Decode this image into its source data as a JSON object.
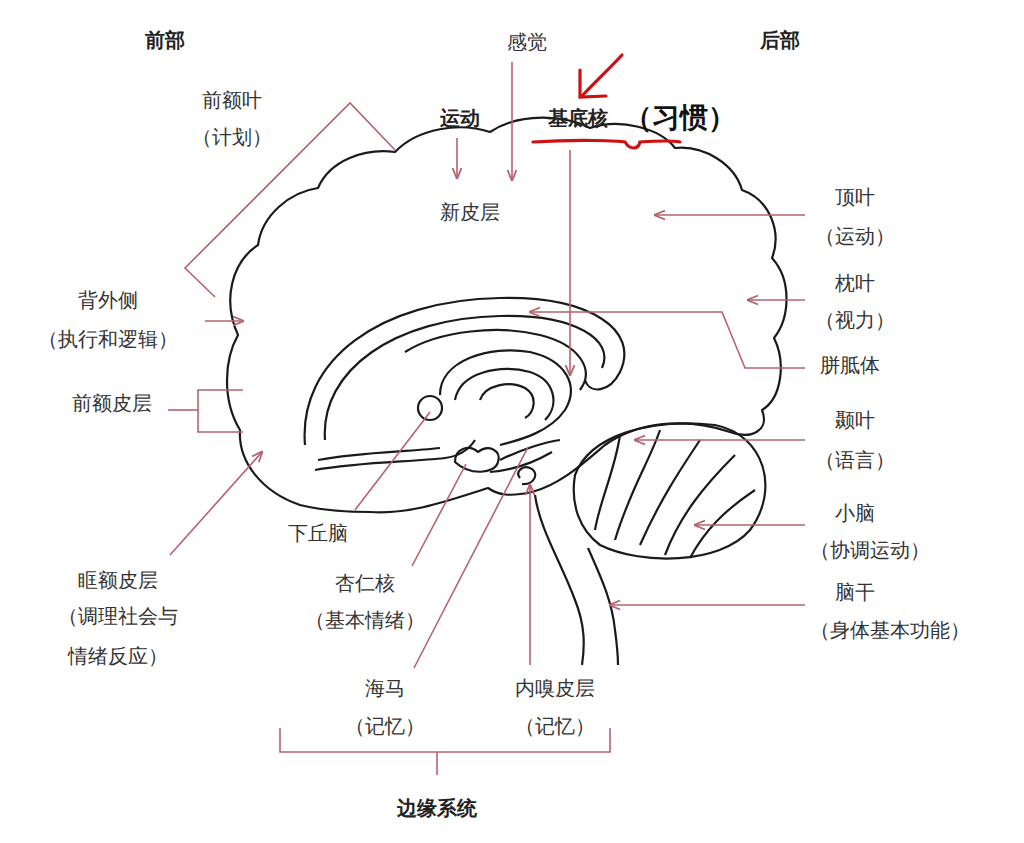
{
  "diagram": {
    "labels": [
      "前部",
      "感觉",
      "后部",
      "前额叶",
      "（计划）",
      "运动",
      "基底核",
      "（习惯）",
      "新皮层",
      "顶叶",
      "（运动）",
      "背外侧",
      "（执行和逻辑）",
      "枕叶",
      "（视力）",
      "胼胝体",
      "前额皮层",
      "颞叶",
      "（语言）",
      "小脑",
      "下丘脑",
      "（协调运动）",
      "眶额皮层",
      "杏仁核",
      "脑干",
      "（调理社会与 情绪反应）",
      "（基本情绪）",
      "（身体基本功能）",
      "海马",
      "内嗅皮层",
      "（记忆）",
      "（记忆）",
      "边缘系统"
    ]
  }
}
